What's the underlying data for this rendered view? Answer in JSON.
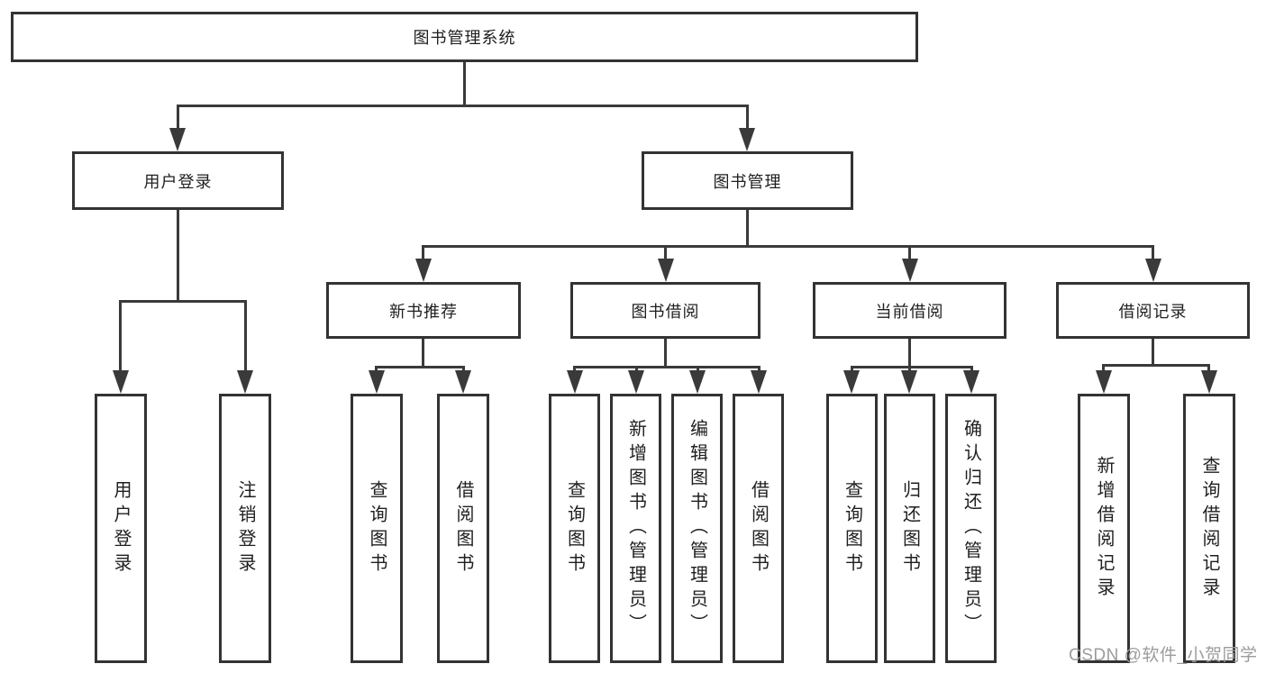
{
  "diagram_title": "图书管理系统",
  "tree": {
    "root": "图书管理系统",
    "branches": [
      {
        "label": "用户登录",
        "children": [
          {
            "label": "用户登录"
          },
          {
            "label": "注销登录"
          }
        ]
      },
      {
        "label": "图书管理",
        "children": [
          {
            "label": "新书推荐",
            "children": [
              {
                "label": "查询图书"
              },
              {
                "label": "借阅图书"
              }
            ]
          },
          {
            "label": "图书借阅",
            "children": [
              {
                "label": "查询图书"
              },
              {
                "label": "新增图书（管理员）"
              },
              {
                "label": "编辑图书（管理员）"
              },
              {
                "label": "借阅图书"
              }
            ]
          },
          {
            "label": "当前借阅",
            "children": [
              {
                "label": "查询图书"
              },
              {
                "label": "归还图书"
              },
              {
                "label": "确认归还（管理员）"
              }
            ]
          },
          {
            "label": "借阅记录",
            "children": [
              {
                "label": "新增借阅记录"
              },
              {
                "label": "查询借阅记录"
              }
            ]
          }
        ]
      }
    ]
  },
  "watermark": "CSDN @软件_小贺同学",
  "colors": {
    "background": "#ffffff",
    "box_border": "#333333",
    "connector_line": "#3a3a3a",
    "text": "#1f1f1f",
    "watermark": "#9c9c9c"
  }
}
